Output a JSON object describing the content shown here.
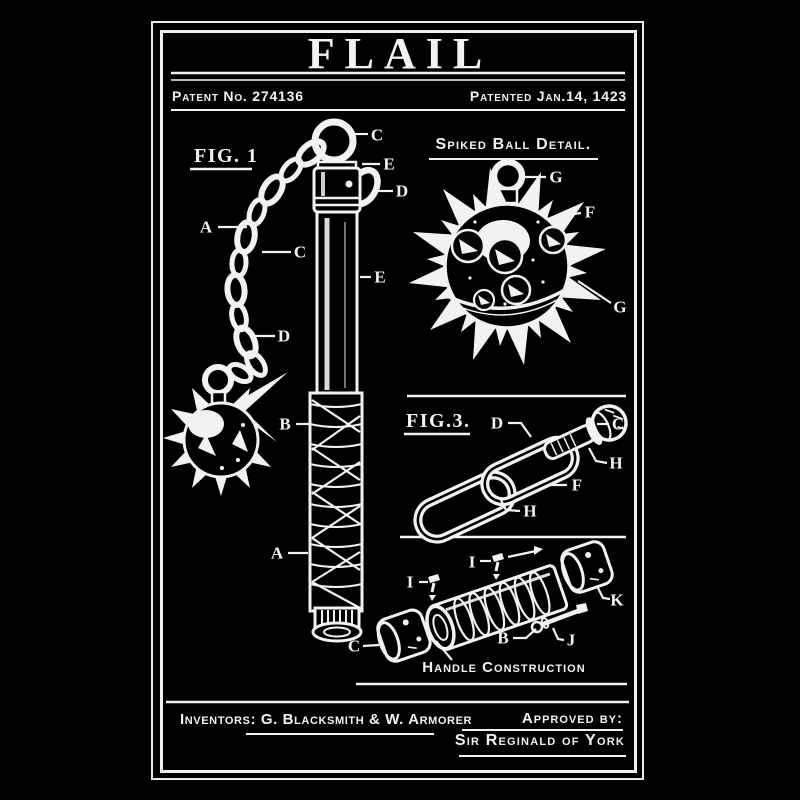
{
  "poster": {
    "title": "FLAIL",
    "patent_no": "Patent No. 274136",
    "patent_date": "Patented Jan.14, 1423"
  },
  "fig1": {
    "label": "FIG. 1"
  },
  "spiked_ball_detail": {
    "title": "Spiked Ball Detail."
  },
  "fig3": {
    "label": "FIG.3."
  },
  "handle_construction": {
    "caption": "Handle Construction"
  },
  "footer": {
    "inventors_label": "Inventors:",
    "inventors_names": "G. Blacksmith & W. Armorer",
    "approved_by_label": "Approved by:",
    "approver_name": "Sir Reginald of York"
  },
  "callouts": {
    "fig1_c_top": "C",
    "fig1_e_top": "E",
    "fig1_d_top": "D",
    "fig1_a_chain": "A",
    "fig1_c_chain": "C",
    "fig1_e_shaft": "E",
    "fig1_d_chain": "D",
    "fig1_b_grip": "B",
    "fig1_a_grip": "A",
    "ball_g_ring": "G",
    "ball_f_spike": "F",
    "ball_g_band": "G",
    "fig3_d_link": "D",
    "fig3_c_cap": "C",
    "fig3_h_pin": "H",
    "fig3_f_link": "F",
    "fig3_h_link": "H",
    "hc_i_pin_left": "I",
    "hc_i_pin_top": "I",
    "hc_k_cap": "K",
    "hc_b_bolt": "B",
    "hc_j_bolt": "J",
    "hc_c_cap": "C"
  },
  "colors": {
    "background": "#000000",
    "ink": "#f2f2f2"
  }
}
